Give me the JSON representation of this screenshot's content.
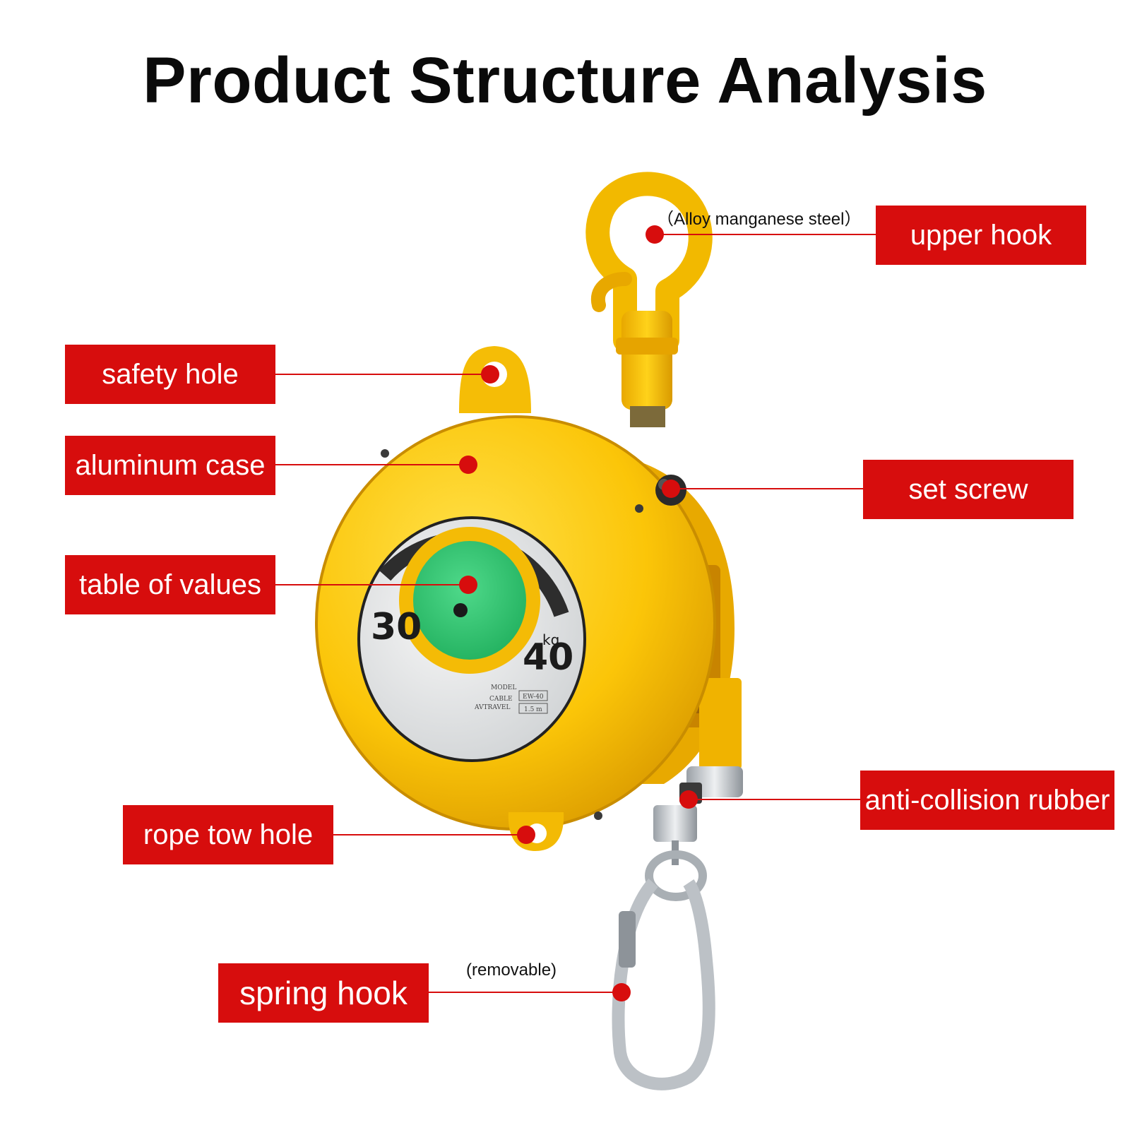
{
  "title": "Product Structure Analysis",
  "accent_color": "#d70d0d",
  "labels": {
    "upper_hook": "upper hook",
    "safety_hole": "safety hole",
    "aluminum_case": "aluminum case",
    "set_screw": "set screw",
    "table_of_values": "table of values",
    "anti_collision_rubber": "anti-collision rubber",
    "rope_tow_hole": "rope tow hole",
    "spring_hook": "spring hook"
  },
  "notes": {
    "upper_hook": "（Alloy manganese steel）",
    "spring_hook": "(removable)"
  },
  "dial": {
    "min": "30",
    "max": "40",
    "unit": "kg",
    "model_label": "MODEL",
    "model_value": "EW-40",
    "cable_label": "CABLE",
    "travel_label": "AVTRAVEL",
    "travel_value": "1.5 m"
  }
}
